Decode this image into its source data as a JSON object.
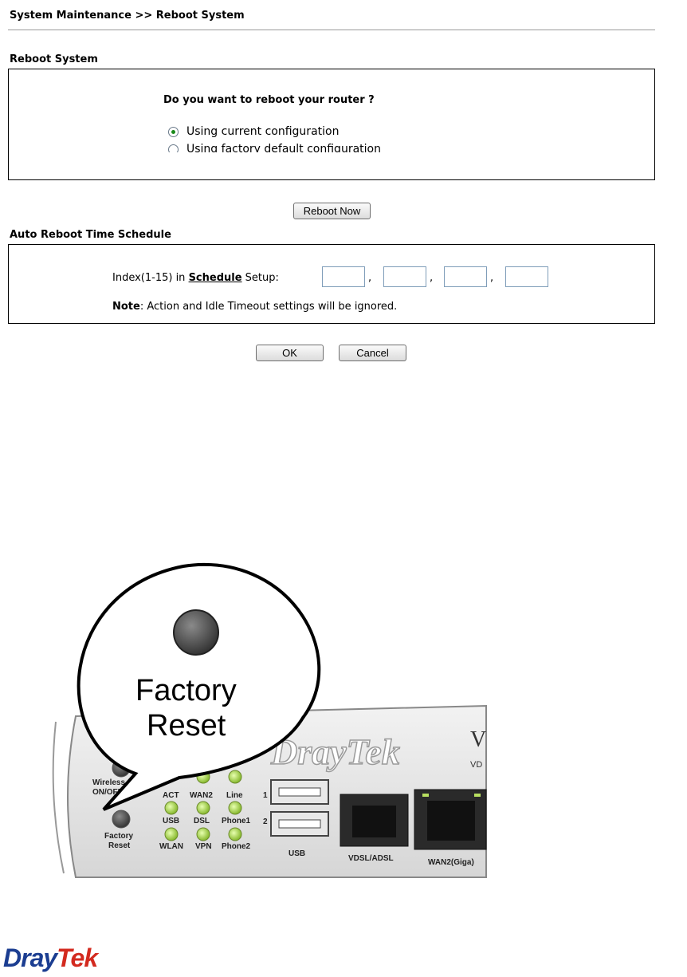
{
  "breadcrumb": "System Maintenance >> Reboot System",
  "reboot": {
    "title": "Reboot System",
    "question": "Do you want to reboot your router ?",
    "options": [
      {
        "label": "Using current configuration",
        "selected": true
      },
      {
        "label": "Using factory default configuration",
        "selected": false
      }
    ],
    "button": "Reboot Now"
  },
  "auto": {
    "title": "Auto Reboot Time Schedule",
    "index_prefix": "Index(1-15) in ",
    "schedule_link": "Schedule",
    "index_suffix": " Setup:",
    "inputs": [
      "",
      "",
      "",
      ""
    ],
    "comma": ",",
    "note_label": "Note",
    "note_text": ": Action and Idle Timeout settings will be ignored."
  },
  "actions": {
    "ok": "OK",
    "cancel": "Cancel"
  },
  "device": {
    "callout_line1": "Factory",
    "callout_line2": "Reset",
    "brand_on_device": "DrayTek",
    "wireless_label_1": "Wireless",
    "wireless_label_2": "ON/OFF/",
    "factory_label_1": "Factory",
    "factory_label_2": "Reset",
    "leds_row1": [
      "ACT",
      "WAN2",
      "Line"
    ],
    "leds_row2": [
      "USB",
      "DSL",
      "Phone1"
    ],
    "leds_row3": [
      "WLAN",
      "VPN",
      "Phone2"
    ],
    "usb_num_1": "1",
    "usb_num_2": "2",
    "ports": [
      "USB",
      "VDSL/ADSL",
      "WAN2(Giga)"
    ],
    "model_char": "V",
    "model_sub": "VD"
  },
  "logo": {
    "part1": "Dray",
    "part2": "Tek"
  },
  "colors": {
    "radio_selected": "#1a8a1a",
    "logo_blue": "#1b3d91",
    "logo_red": "#d32a1f",
    "led_green": "#9ad43a"
  }
}
